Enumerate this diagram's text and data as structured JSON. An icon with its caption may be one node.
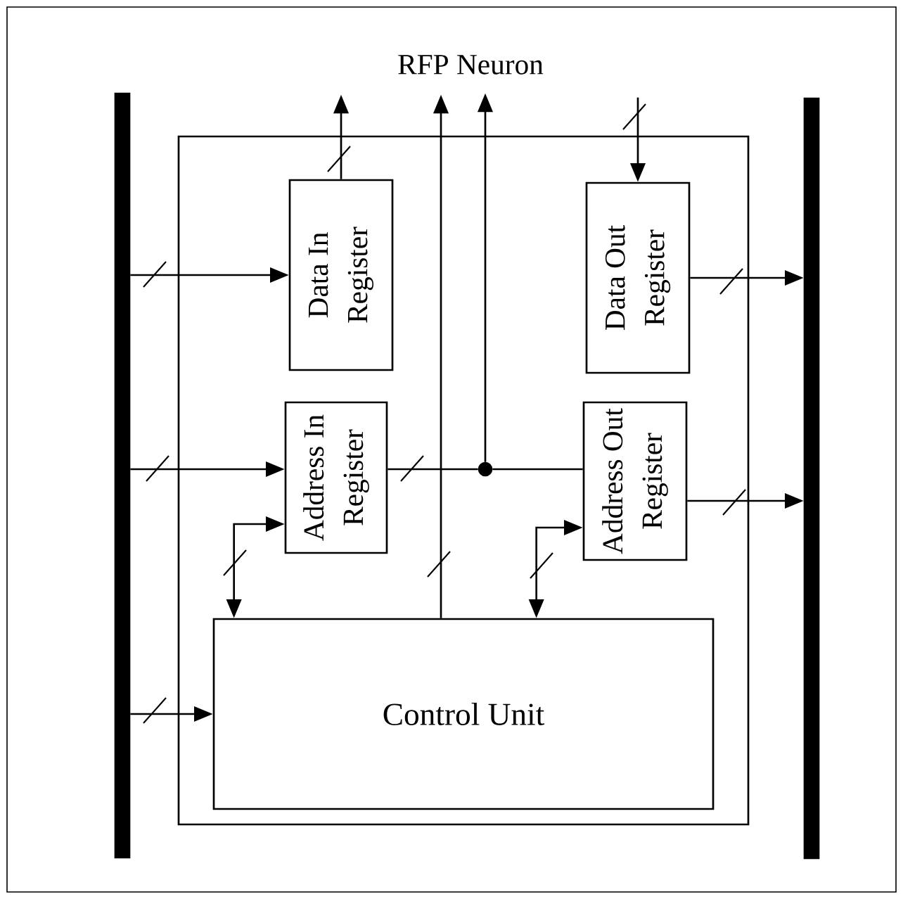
{
  "diagram": {
    "nodes": [
      {
        "text": [
          "RFP Neuron"
        ]
      },
      {
        "text": [],
        "shape": "bar"
      },
      {
        "text": [],
        "shape": "bar"
      },
      {
        "text": [
          "Data In Register"
        ],
        "in": 0
      },
      {
        "text": [
          "Address In Register"
        ],
        "in": 0
      },
      {
        "text": [
          "Data Out Register"
        ],
        "in": 0
      },
      {
        "text": [
          "Address Out Register"
        ],
        "in": 0
      },
      {
        "text": [
          "Control Unit"
        ],
        "in": 0
      },
      {
        "text": [],
        "shape": "circle",
        "in": 0
      }
    ],
    "edges": [
      {
        "from": 1,
        "to": 3,
        "arrow": "to"
      },
      {
        "from": 1,
        "to": 4,
        "arrow": "to"
      },
      {
        "from": 1,
        "to": 7,
        "arrow": "to"
      },
      {
        "from": 3,
        "to": null,
        "arrow": "to"
      },
      {
        "from": null,
        "to": 5,
        "arrow": "to"
      },
      {
        "from": 5,
        "to": 2,
        "arrow": "to"
      },
      {
        "from": 6,
        "to": 2,
        "arrow": "to"
      },
      {
        "from": 4,
        "to": 8,
        "arrow": "none"
      },
      {
        "from": 8,
        "to": 6,
        "arrow": "none"
      },
      {
        "from": 8,
        "to": null,
        "arrow": "to"
      },
      {
        "from": 7,
        "to": null,
        "arrow": "to"
      },
      {
        "from": 7,
        "to": 4,
        "arrow": "both"
      },
      {
        "from": 7,
        "to": 6,
        "arrow": "both"
      }
    ]
  }
}
